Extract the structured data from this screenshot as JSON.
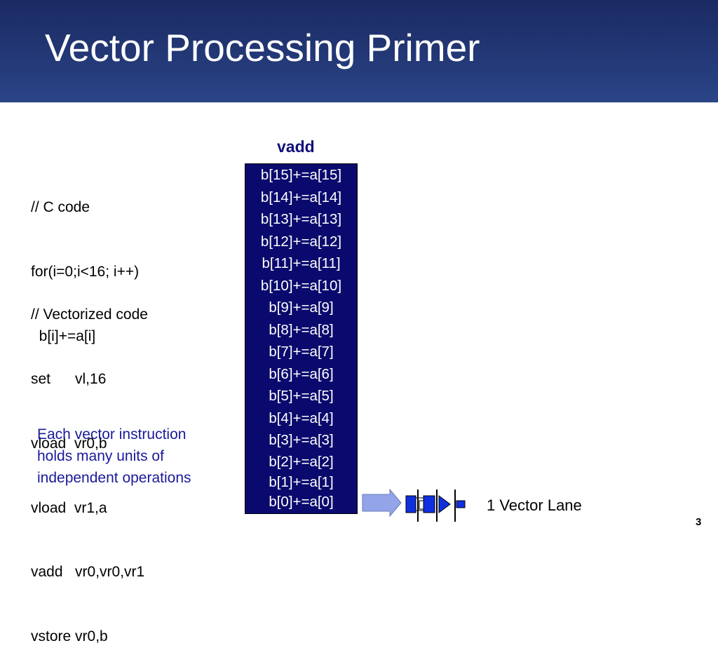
{
  "slide": {
    "title": "Vector Processing Primer",
    "page_number": "3"
  },
  "c_code": [
    "// C code",
    "for(i=0;i<16; i++)",
    "  b[i]+=a[i]"
  ],
  "vector_code": [
    "// Vectorized code",
    "set      vl,16",
    "vload  vr0,b",
    "vload  vr1,a",
    "vadd   vr0,vr0,vr1",
    "vstore vr0,b"
  ],
  "note": [
    "Each vector instruction",
    "holds many units of",
    "independent operations"
  ],
  "vector_instruction": {
    "label": "vadd",
    "operations": [
      "b[15]+=a[15]",
      "b[14]+=a[14]",
      "b[13]+=a[13]",
      "b[12]+=a[12]",
      "b[11]+=a[11]",
      "b[10]+=a[10]",
      "b[9]+=a[9]",
      "b[8]+=a[8]",
      "b[7]+=a[7]",
      "b[6]+=a[6]",
      "b[5]+=a[5]",
      "b[4]+=a[4]",
      "b[3]+=a[3]",
      "b[2]+=a[2]",
      "b[1]+=a[1]",
      "b[0]+=a[0]"
    ]
  },
  "lane": {
    "label": "1 Vector Lane",
    "colors": {
      "arrow_fill": "#93a5e8",
      "unit_fill": "#1030e0",
      "stroke": "#000000"
    }
  }
}
